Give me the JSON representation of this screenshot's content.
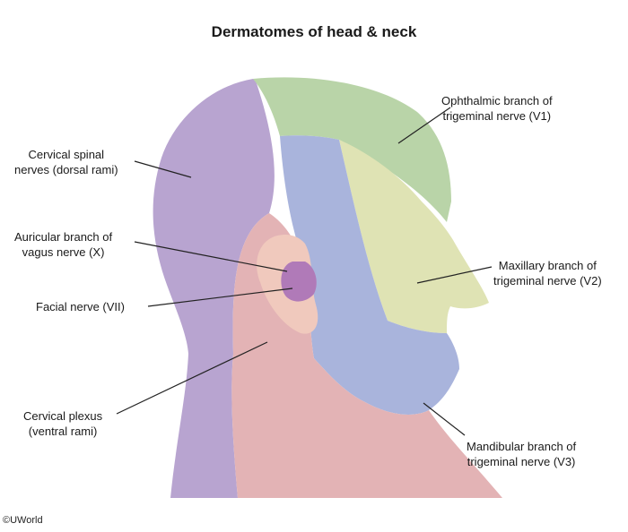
{
  "title": "Dermatomes of head & neck",
  "copyright": "©UWorld",
  "labels": {
    "ophthalmic": [
      "Ophthalmic branch of",
      "trigeminal nerve (V1)"
    ],
    "cervical_spinal": [
      "Cervical spinal",
      "nerves (dorsal rami)"
    ],
    "auricular": [
      "Auricular branch of",
      "vagus nerve (X)"
    ],
    "maxillary": [
      "Maxillary branch of",
      "trigeminal nerve (V2)"
    ],
    "facial": [
      "Facial nerve (VII)"
    ],
    "cervical_plexus": [
      "Cervical plexus",
      "(ventral rami)"
    ],
    "mandibular": [
      "Mandibular branch of",
      "trigeminal nerve (V3)"
    ]
  },
  "colors": {
    "cervical_spinal": "#b8a4d0",
    "ophthalmic": "#b9d4a8",
    "maxillary": "#dfe3b4",
    "mandibular": "#a9b4dc",
    "cervical_plexus": "#e3b3b5",
    "auricular": "#b07ab8",
    "skin": "#f0c9bd",
    "leader": "#222222"
  }
}
